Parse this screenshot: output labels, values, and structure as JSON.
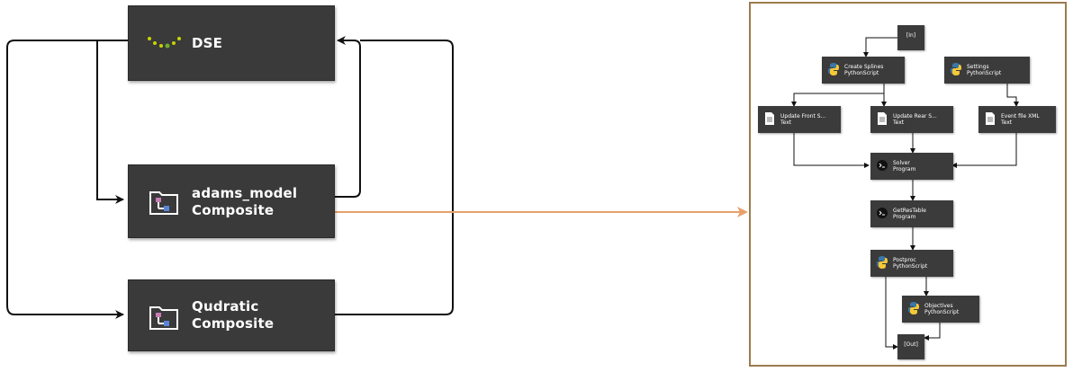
{
  "left_nodes": {
    "dse": {
      "title": "DSE"
    },
    "adams": {
      "title": "adams_model",
      "subtitle": "Composite"
    },
    "qudratic": {
      "title": "Qudratic",
      "subtitle": "Composite"
    }
  },
  "detail": {
    "in": "[In]",
    "out": "[Out]",
    "create_splines": {
      "title": "Create Splines",
      "type": "PythonScript"
    },
    "settings": {
      "title": "Settings",
      "type": "PythonScript"
    },
    "update_front": {
      "title": "Update Front S...",
      "type": "Text"
    },
    "update_rear": {
      "title": "Update Rear S...",
      "type": "Text"
    },
    "event_file": {
      "title": "Event file XML",
      "type": "Text"
    },
    "solver": {
      "title": "Solver",
      "type": "Program"
    },
    "get_res_table": {
      "title": "GetResTable",
      "type": "Program"
    },
    "postproc": {
      "title": "Postproc",
      "type": "PythonScript"
    },
    "objectives": {
      "title": "Objectives",
      "type": "PythonScript"
    }
  },
  "colors": {
    "node_bg": "#3a3a3a",
    "highlight_arrow": "#e8a06a",
    "detail_border": "#9b7b4e",
    "dse_dots": "#c8d400"
  }
}
